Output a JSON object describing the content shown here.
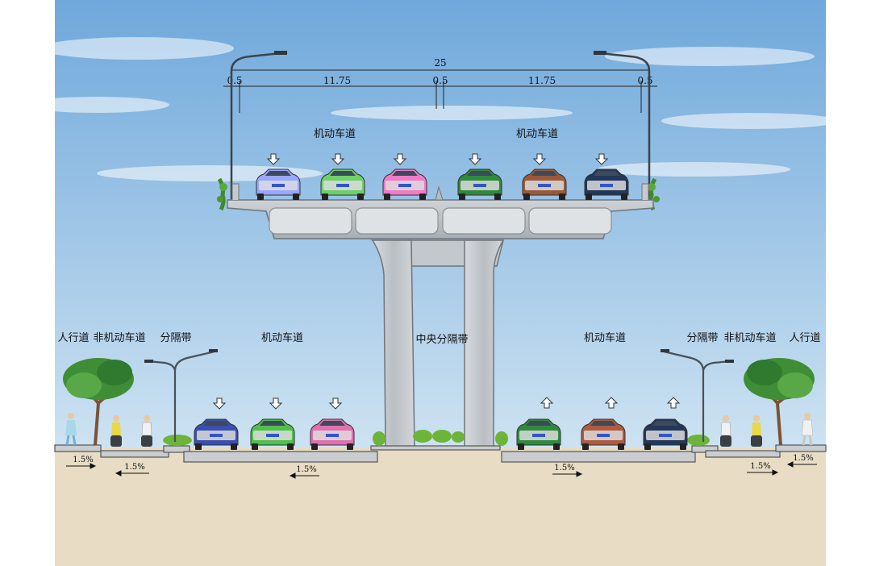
{
  "dimensions": {
    "total": "25",
    "left_edge": "0.5",
    "left_lanes": "11.75",
    "median": "0.5",
    "right_lanes": "11.75",
    "right_edge": "0.5"
  },
  "labels": {
    "upper_left_lanes": "机动车道",
    "upper_right_lanes": "机动车道",
    "ground_left_sidewalk": "人行道",
    "ground_left_bike": "非机动车道",
    "ground_left_divider": "分隔带",
    "ground_left_lanes": "机动车道",
    "ground_center": "中央分隔带",
    "ground_right_lanes": "机动车道",
    "ground_right_divider": "分隔带",
    "ground_right_bike": "非机动车道",
    "ground_right_sidewalk": "人行道"
  },
  "slopes": {
    "left_sidewalk": "1.5%",
    "left_bike": "1.5%",
    "left_lanes": "1.5%",
    "right_lanes": "1.5%",
    "right_bike": "1.5%",
    "right_sidewalk": "1.5%"
  },
  "colors": {
    "sky_top": "#7fb3df",
    "sky_bottom": "#e2f0f8",
    "ground": "#e8dcc4",
    "concrete": "#c4c9cd",
    "concrete_dark": "#8f969c"
  },
  "upper_cars": [
    "#9aa6ff",
    "#6ed06a",
    "#f07ac8",
    "#2f8a3e",
    "#9a5a3a",
    "#23375a"
  ],
  "lower_left_cars": [
    "#3b4fb0",
    "#4fc04a",
    "#e070b0"
  ],
  "lower_right_cars": [
    "#2f8a3e",
    "#b05a40",
    "#23375a"
  ]
}
